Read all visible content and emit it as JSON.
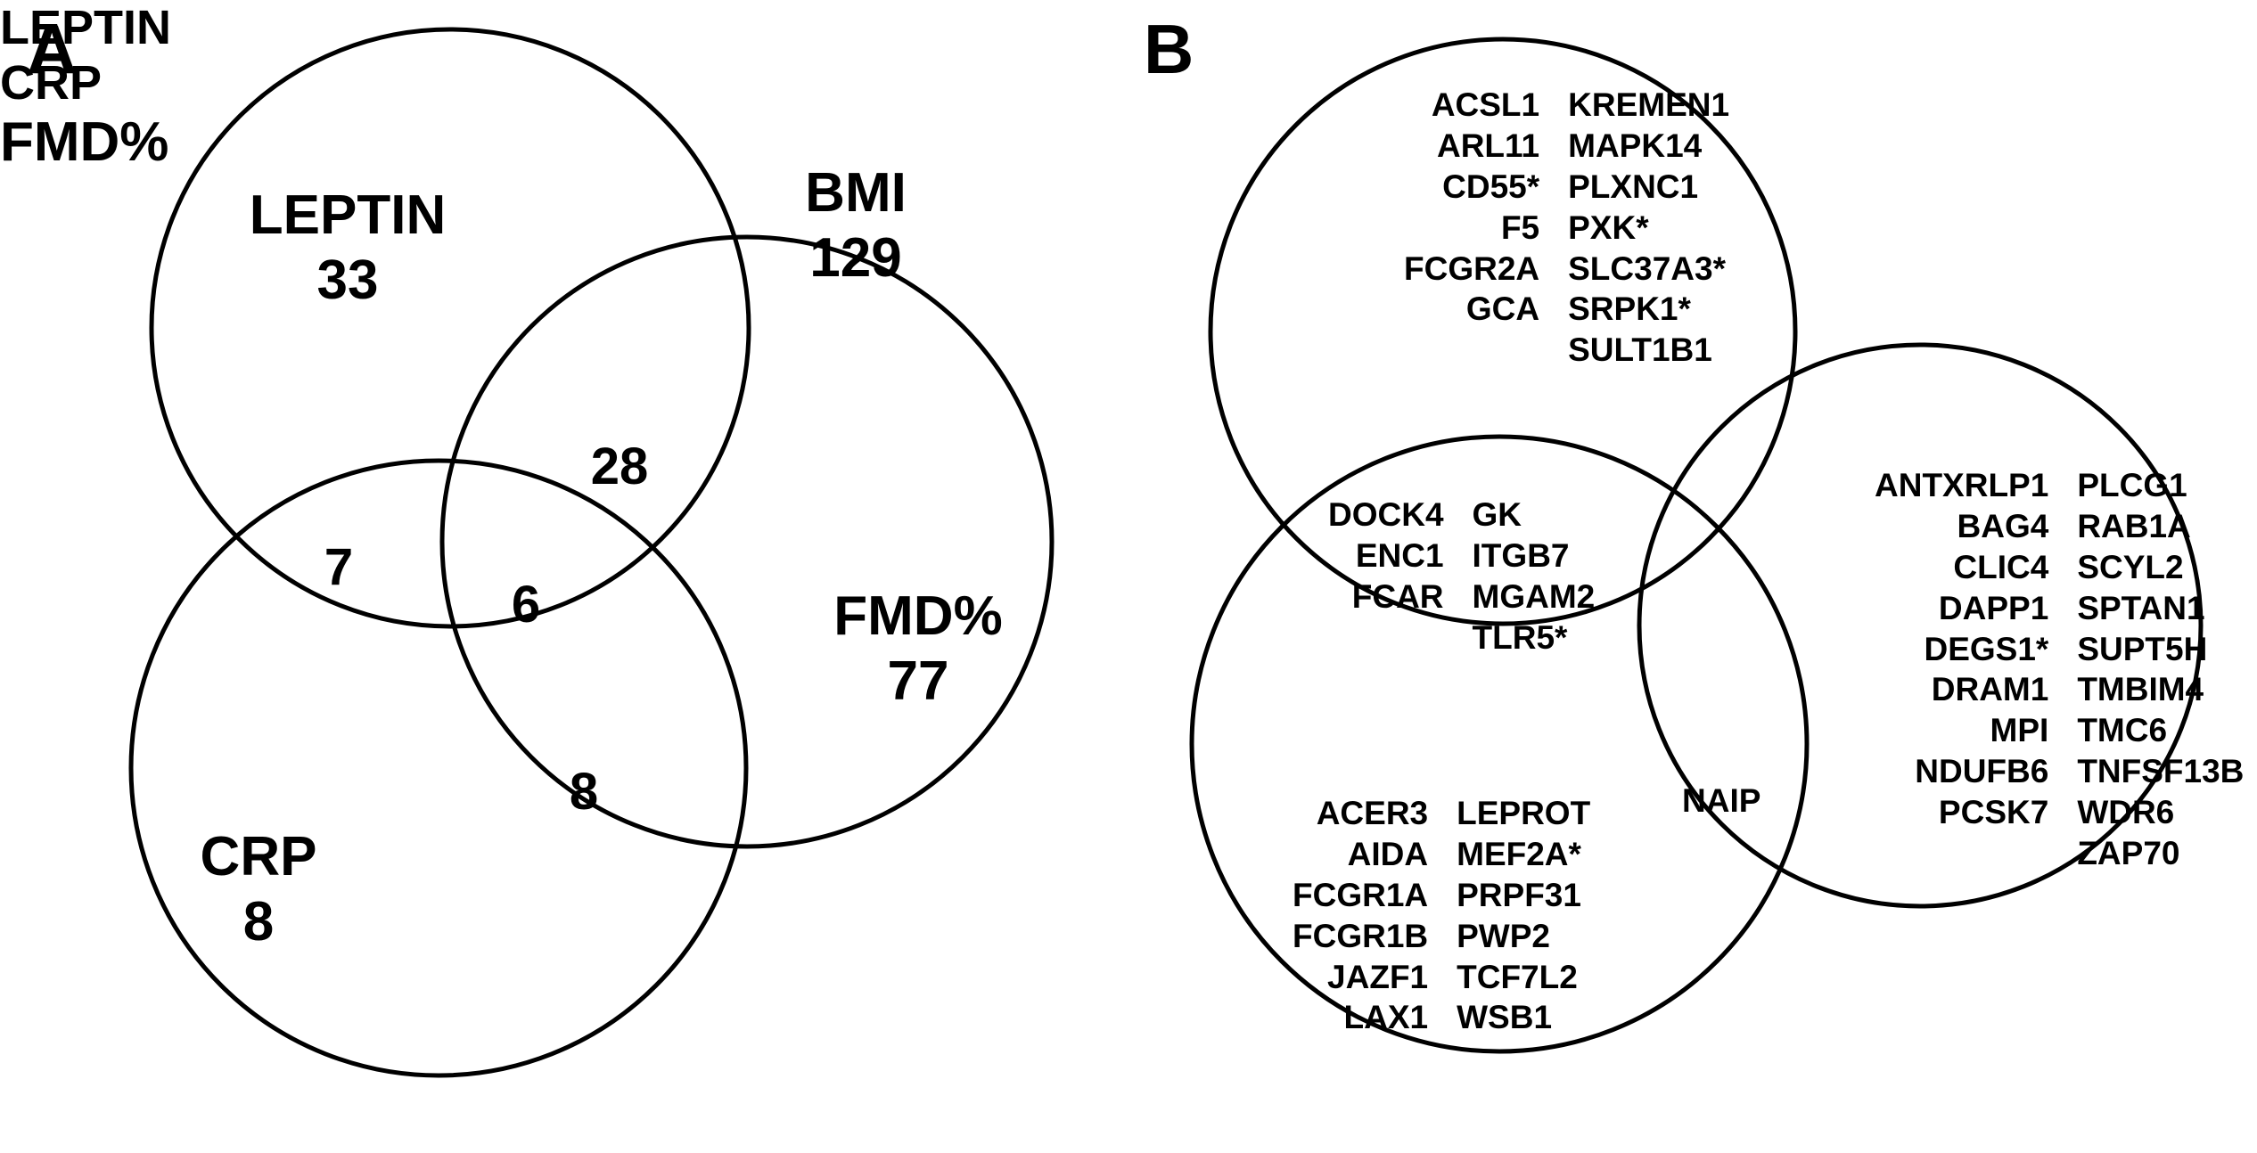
{
  "figure": {
    "background_color": "#ffffff",
    "stroke_color": "#000000",
    "panels": [
      "A",
      "B"
    ]
  },
  "panel_a": {
    "letter": "A",
    "type": "venn-3-set-counts",
    "sets": [
      {
        "name": "LEPTIN",
        "label": "LEPTIN",
        "count": "33"
      },
      {
        "name": "BMI",
        "label": "BMI",
        "count": "129"
      },
      {
        "name": "FMD%",
        "label": "FMD%",
        "count": "77"
      },
      {
        "name": "CRP",
        "label": "CRP",
        "count": "8"
      }
    ],
    "labels": {
      "leptin": "LEPTIN",
      "leptin_count": "33",
      "bmi": "BMI",
      "bmi_count": "129",
      "fmd": "FMD%",
      "fmd_count": "77",
      "crp": "CRP",
      "crp_count": "8"
    },
    "intersections": {
      "leptin_bmi": "28",
      "leptin_crp": "7",
      "leptin_bmi_crp": "6",
      "bmi_crp": "8"
    }
  },
  "panel_b": {
    "letter": "B",
    "type": "venn-3-set-genes",
    "set_labels": {
      "leptin": "LEPTIN",
      "crp": "CRP",
      "fmd": "FMD%"
    },
    "leptin_genes": {
      "left_column": [
        "ACSL1",
        "ARL11",
        "CD55*",
        "F5",
        "FCGR2A",
        "GCA"
      ],
      "right_column": [
        "KREMEN1",
        "MAPK14",
        "PLXNC1",
        "PXK*",
        "SLC37A3*",
        "SRPK1*",
        "SULT1B1"
      ]
    },
    "leptin_crp_overlap_genes": {
      "left_column": [
        "DOCK4",
        "ENC1",
        "FCAR"
      ],
      "right_column": [
        "GK",
        "ITGB7",
        "MGAM2",
        "TLR5*"
      ]
    },
    "crp_genes": {
      "left_column": [
        "ACER3",
        "AIDA",
        "FCGR1A",
        "FCGR1B",
        "JAZF1",
        "LAX1"
      ],
      "right_column": [
        "LEPROT",
        "MEF2A*",
        "PRPF31",
        "PWP2",
        "TCF7L2",
        "WSB1"
      ]
    },
    "crp_fmd_overlap_genes": [
      "NAIP"
    ],
    "fmd_genes": {
      "left_column": [
        "ANTXRLP1",
        "BAG4",
        "CLIC4",
        "DAPP1",
        "DEGS1*",
        "DRAM1",
        "MPI",
        "NDUFB6",
        "PCSK7"
      ],
      "right_column": [
        "PLCG1",
        "RAB1A",
        "SCYL2",
        "SPTAN1",
        "SUPT5H",
        "TMBIM4",
        "TMC6",
        "TNFSF13B",
        "WDR6",
        "ZAP70"
      ]
    }
  }
}
